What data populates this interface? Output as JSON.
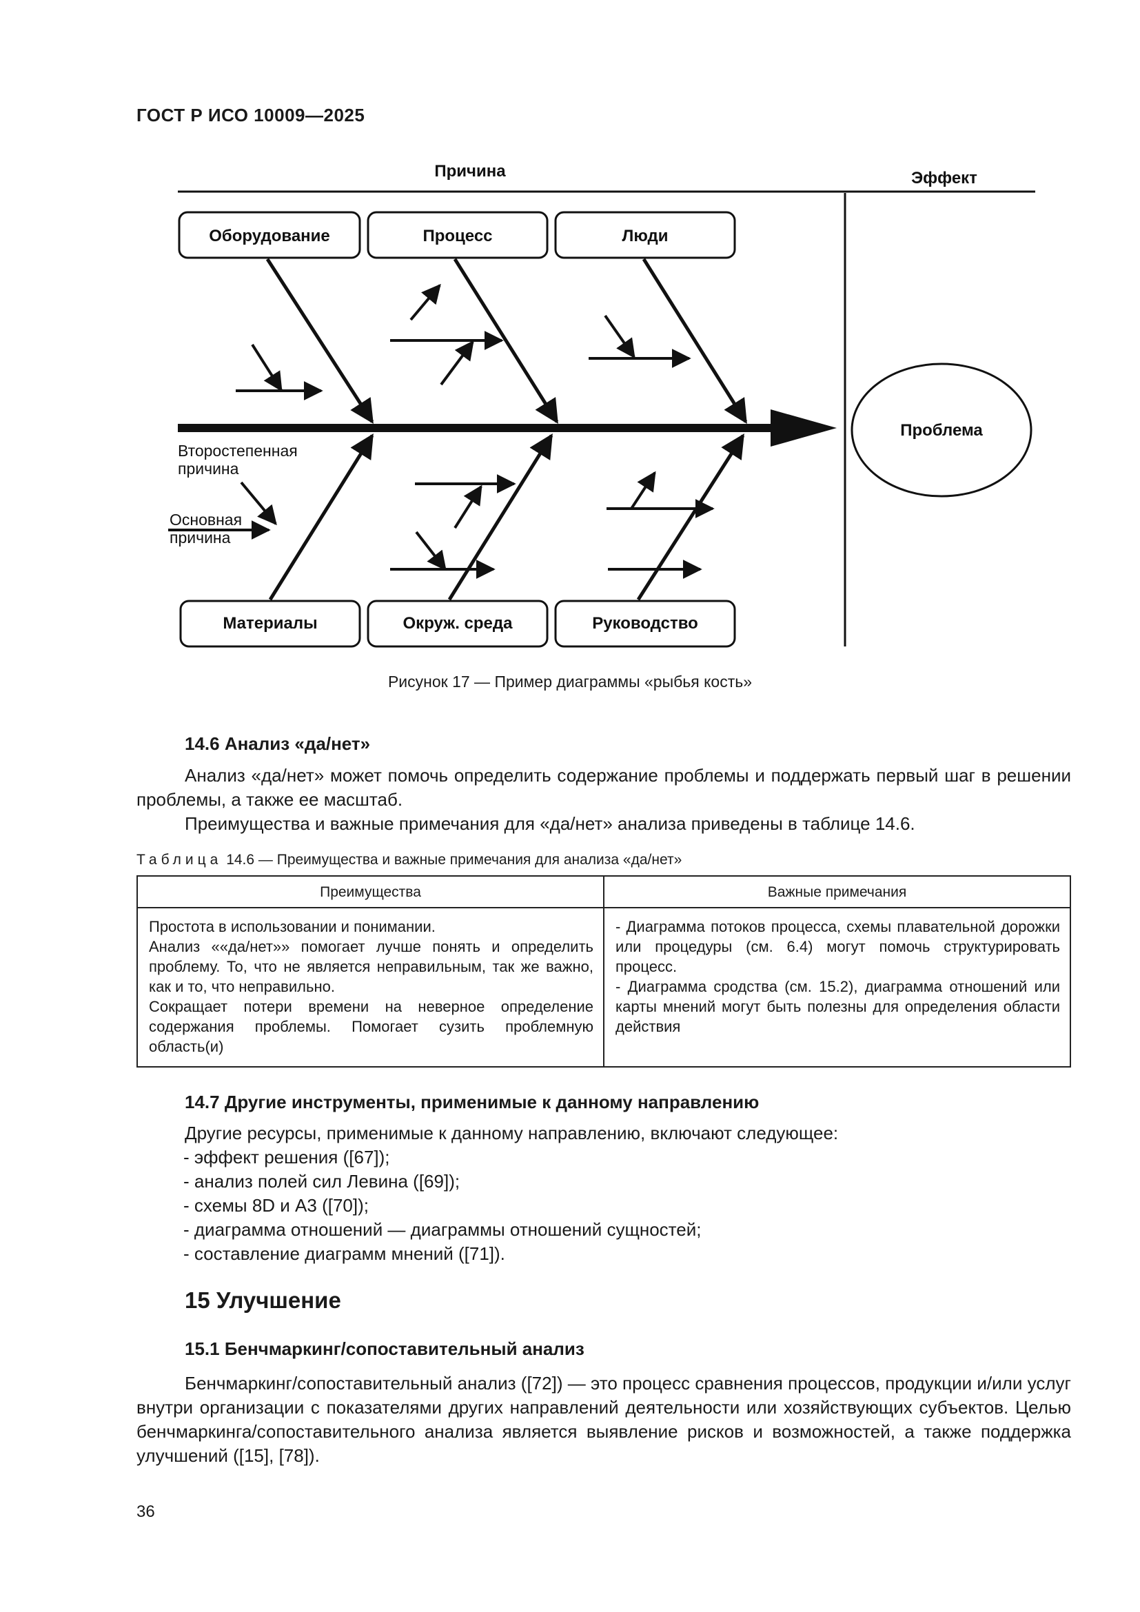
{
  "header": "ГОСТ Р ИСО 10009—2025",
  "diagram": {
    "cause_label": "Причина",
    "effect_label": "Эффект",
    "top_boxes": [
      "Оборудование",
      "Процесс",
      "Люди"
    ],
    "bottom_boxes": [
      "Материалы",
      "Окруж. среда",
      "Руководство"
    ],
    "problem": "Проблема",
    "secondary_cause": [
      "Второстепенная",
      "причина"
    ],
    "main_cause": [
      "Основная",
      "причина"
    ]
  },
  "figure_caption": "Рисунок 17 — Пример диаграммы «рыбья кость»",
  "s14_6": {
    "heading": "14.6 Анализ «да/нет»",
    "p1": "Анализ «да/нет» может помочь определить содержание проблемы и поддержать первый шаг в решении проблемы, а также ее масштаб.",
    "p2": "Преимущества и важные примечания для «да/нет» анализа приведены в таблице 14.6."
  },
  "table": {
    "caption_word": "Таблица",
    "caption_rest": "14.6 — Преимущества и важные примечания для анализа «да/нет»",
    "headers": [
      "Преимущества",
      "Важные примечания"
    ],
    "left_lines": [
      "Простота в использовании и понимании.",
      "Анализ ««да/нет»» помогает лучше понять и определить проблему. То, что не является неправильным, так же важно, как и то, что неправильно.",
      "Сокращает потери времени на неверное определение содержания проблемы. Помогает сузить проблемную область(и)"
    ],
    "right_lines": [
      "- Диаграмма потоков процесса, схемы плавательной дорожки или процедуры (см. 6.4) могут помочь структурировать процесс.",
      "- Диаграмма сродства (см. 15.2), диаграмма отношений или карты мнений могут быть полезны для определения области действия"
    ]
  },
  "s14_7": {
    "heading": "14.7 Другие инструменты, применимые к данному направлению",
    "intro": "Другие ресурсы, применимые к данному направлению, включают следующее:",
    "items": [
      "- эффект решения ([67]);",
      "- анализ полей сил Левина ([69]);",
      "- схемы 8D и А3 ([70]);",
      "- диаграмма отношений — диаграммы отношений сущностей;",
      "- составление диаграмм мнений ([71])."
    ]
  },
  "s15": {
    "heading": "15 Улучшение"
  },
  "s15_1": {
    "heading": "15.1 Бенчмаркинг/сопоставительный анализ",
    "p1": "Бенчмаркинг/сопоставительный анализ ([72]) — это процесс сравнения процессов, продукции и/или услуг внутри организации с показателями других направлений деятельности или хозяйствующих субъектов. Целью бенчмаркинга/сопоставительного анализа является выявление рисков и возможностей, а также поддержка улучшений ([15], [78])."
  },
  "page_number": "36"
}
